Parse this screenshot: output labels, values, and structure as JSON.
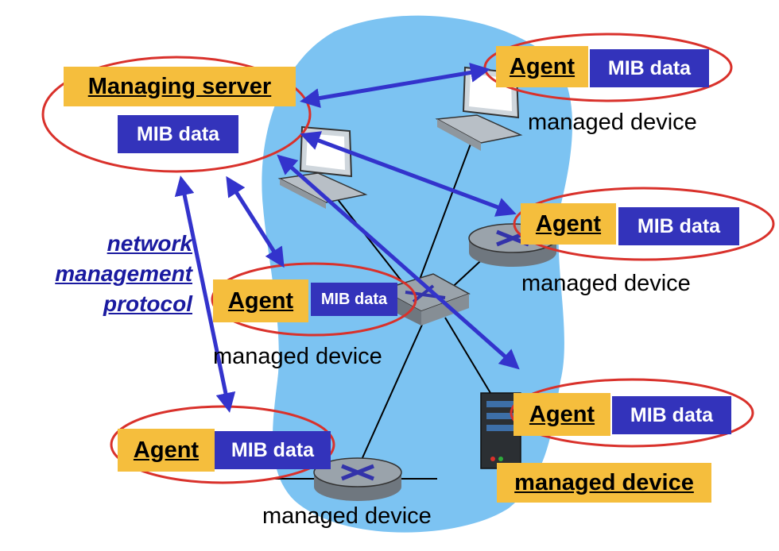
{
  "colors": {
    "cloud": "#7cc3f2",
    "ellipse_stroke": "#d9312b",
    "agent_fill": "#f5be3d",
    "mib_fill": "#3333bb",
    "arrow": "#3333cc",
    "link": "#000000"
  },
  "managing_server": {
    "label": "Managing server",
    "mib": "MIB data"
  },
  "protocol_label": [
    "network",
    "management",
    "protocol"
  ],
  "agents": [
    {
      "agent": "Agent",
      "mib": "MIB data",
      "device": "managed device"
    },
    {
      "agent": "Agent",
      "mib": "MIB data",
      "device": "managed device"
    },
    {
      "agent": "Agent",
      "mib": "MIB data",
      "device": "managed device"
    },
    {
      "agent": "Agent",
      "mib": "MIB data",
      "device": "managed device"
    },
    {
      "agent": "Agent",
      "mib": "MIB data",
      "device": "managed device"
    }
  ],
  "icons": [
    "desktop-computer-icon",
    "router-icon",
    "switch-icon",
    "server-tower-icon"
  ]
}
